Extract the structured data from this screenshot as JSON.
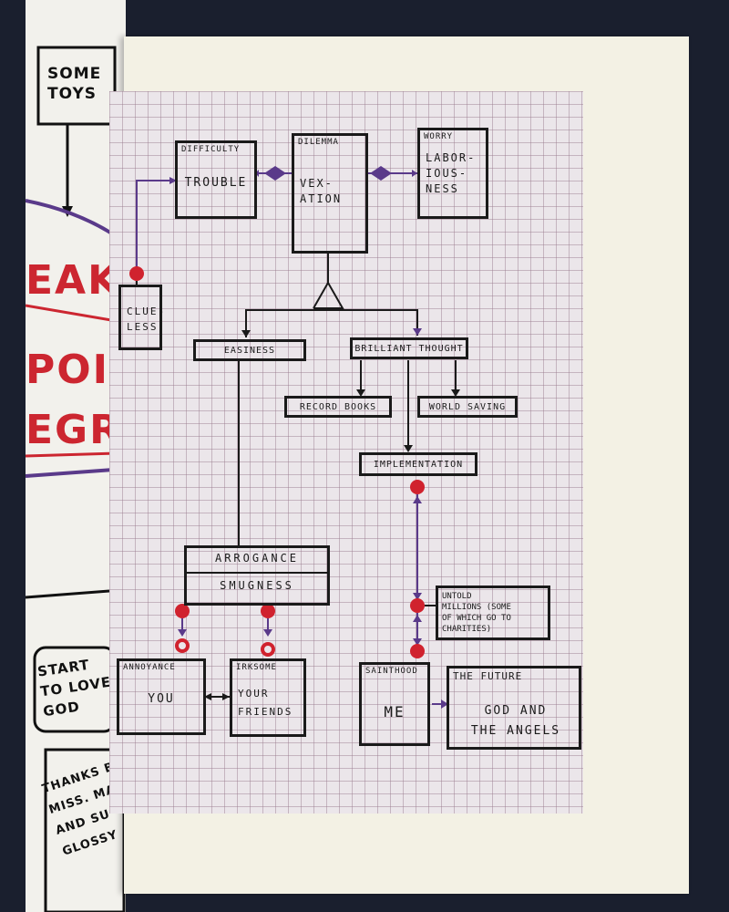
{
  "left_page": {
    "box_top": "SOME\nTOYS",
    "red_lines": [
      "EAK",
      "POINTM",
      "EGRET"
    ],
    "box_start": "START\nTO LOVE\nGOD",
    "box_thanks": "THANKS B\nMISS. MA\nAND SU\nGLOSSY"
  },
  "diagram": {
    "difficulty": {
      "small": "DIFFICULTY",
      "big": "TROUBLE"
    },
    "dilemma": {
      "small": "DILEMMA",
      "big": "VEX-\nATION"
    },
    "worry": {
      "small": "WORRY",
      "big": "LABOR-\nIOUS-\nNESS"
    },
    "clueless": {
      "big": "CLUE-\nLESS"
    },
    "easiness": "EASINESS",
    "brilliant": "BRILLIANT THOUGHT",
    "record_books": "RECORD BOOKS",
    "world_saving": "WORLD SAVING",
    "implementation": "IMPLEMENTATION",
    "arrogance": {
      "small": "ARROGANCE",
      "big": "SMUGNESS"
    },
    "untold": "UNTOLD\nMILLIONS (SOME\nOF WHICH GO TO\nCHARITIES)",
    "annoyance": {
      "small": "ANNOYANCE",
      "big": "YOU"
    },
    "irksome": {
      "small": "IRKSOME",
      "big": "YOUR\nFRIENDS"
    },
    "sainthood": {
      "small": "SAINTHOOD",
      "big": "ME"
    },
    "future": {
      "small": "THE FUTURE",
      "big": "GOD AND\nTHE ANGELS"
    }
  },
  "colors": {
    "ink": "#1a1a1a",
    "red_dot": "#d0222e",
    "purple": "#5a3a8a",
    "grid": "#ebe6ea"
  }
}
